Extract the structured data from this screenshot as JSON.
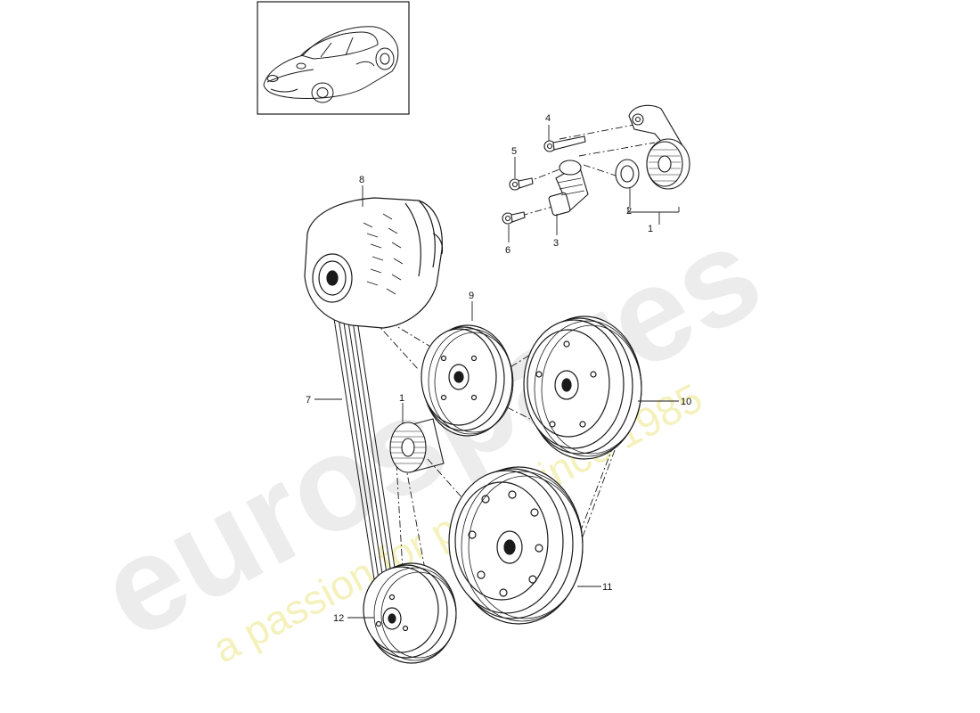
{
  "callouts": {
    "c1a": "1",
    "c1b": "1",
    "c2": "2",
    "c3": "3",
    "c4": "4",
    "c5": "5",
    "c6": "6",
    "c7": "7",
    "c8": "8",
    "c9": "9",
    "c10": "10",
    "c11": "11",
    "c12": "12"
  },
  "watermark": {
    "brand": "eurospares",
    "tagline": "a passion for parts since 1985"
  },
  "colors": {
    "line": "#1a1a1a",
    "watermark_gray": "#e6e6e6",
    "watermark_yellow": "#f3f0b5"
  }
}
